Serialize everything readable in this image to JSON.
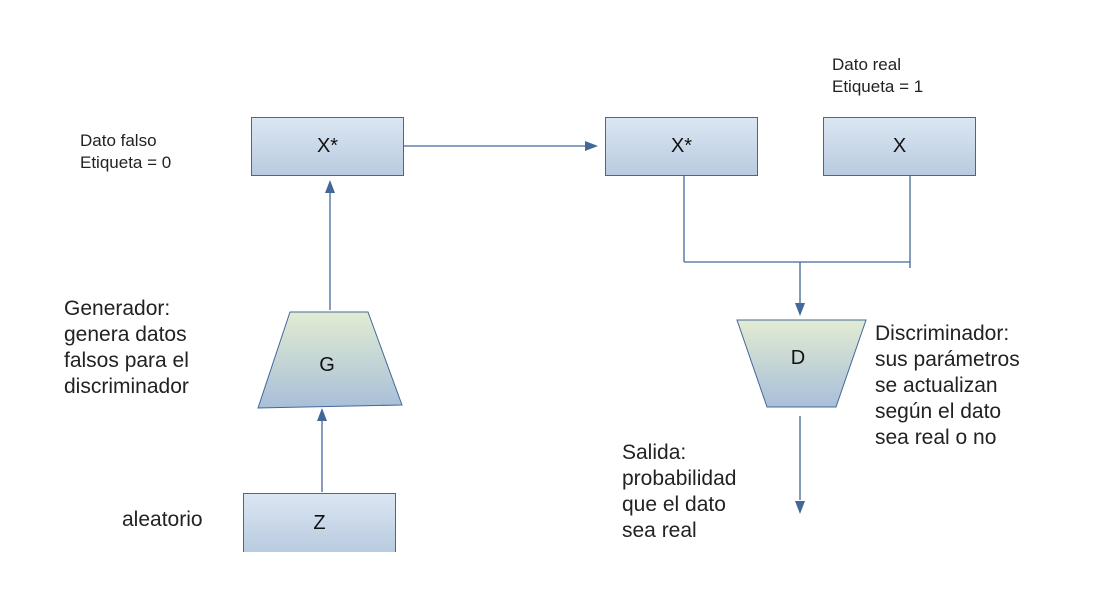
{
  "boxes": {
    "fake_output": "X*",
    "fake_input": "X*",
    "real_input": "X",
    "noise": "Z"
  },
  "blocks": {
    "generator": "G",
    "discriminator": "D"
  },
  "labels": {
    "fake_data": [
      "Dato falso",
      "Etiqueta = 0"
    ],
    "real_data": [
      "Dato real",
      "Etiqueta = 1"
    ],
    "generator_desc": [
      "Generador:",
      "genera datos",
      "falsos para el",
      "discriminador"
    ],
    "discriminator_desc": [
      "Discriminador:",
      "sus parámetros",
      "se actualizan",
      "según el dato",
      "sea real o no"
    ],
    "output_desc": [
      "Salida:",
      "probabilidad",
      "que el dato",
      "sea real"
    ],
    "noise_desc": "aleatorio"
  },
  "colors": {
    "box_top": "#dbe6f2",
    "box_bottom": "#b9cbe0",
    "trap_top": "#e2ecd2",
    "trap_bottom": "#a8bfd9",
    "line": "#44679a"
  }
}
